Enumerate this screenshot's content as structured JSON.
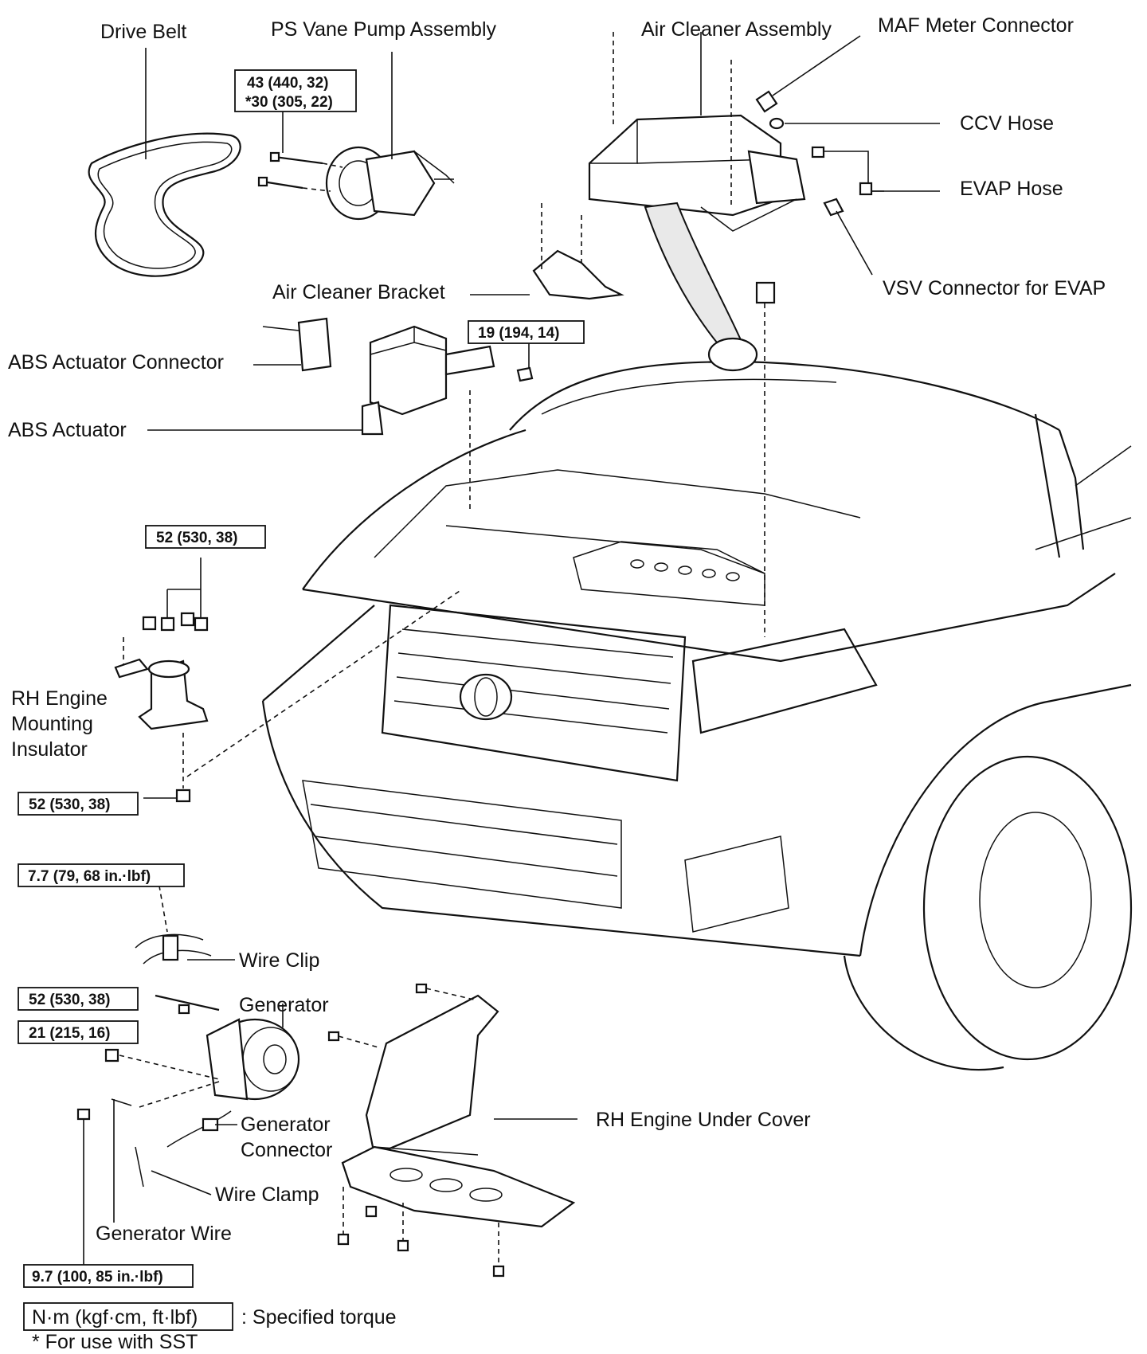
{
  "labels": {
    "drive_belt": "Drive Belt",
    "ps_vane_pump": "PS Vane Pump Assembly",
    "air_cleaner_assembly": "Air Cleaner Assembly",
    "maf_meter_connector": "MAF Meter Connector",
    "ccv_hose": "CCV Hose",
    "evap_hose": "EVAP Hose",
    "vsv_connector": "VSV Connector for EVAP",
    "air_cleaner_bracket": "Air Cleaner Bracket",
    "abs_actuator_connector": "ABS Actuator Connector",
    "abs_actuator": "ABS Actuator",
    "rh_engine_mounting_1": "RH Engine",
    "rh_engine_mounting_2": "Mounting",
    "rh_engine_mounting_3": "Insulator",
    "wire_clip": "Wire Clip",
    "generator": "Generator",
    "generator_connector_1": "Generator",
    "generator_connector_2": "Connector",
    "wire_clamp": "Wire Clamp",
    "generator_wire": "Generator Wire",
    "rh_engine_under_cover": "RH Engine Under Cover"
  },
  "torques": {
    "ps_pump_1": "43 (440,  32)",
    "ps_pump_2": "*30 (305, 22)",
    "bracket": "19 (194, 14)",
    "mount_upper": "52 (530, 38)",
    "mount_lower": "52 (530, 38)",
    "wire_clip_bolt": "7.7 (79, 68 in.·lbf)",
    "generator_bolt_1": "52 (530, 38)",
    "generator_bolt_2": "21 (215, 16)",
    "generator_wire_nut": "9.7 (100, 85 in.·lbf)"
  },
  "legend": {
    "unit": "N·m (kgf·cm, ft·lbf)",
    "unit_desc": ": Specified torque",
    "sst_note": "* For use with SST"
  }
}
